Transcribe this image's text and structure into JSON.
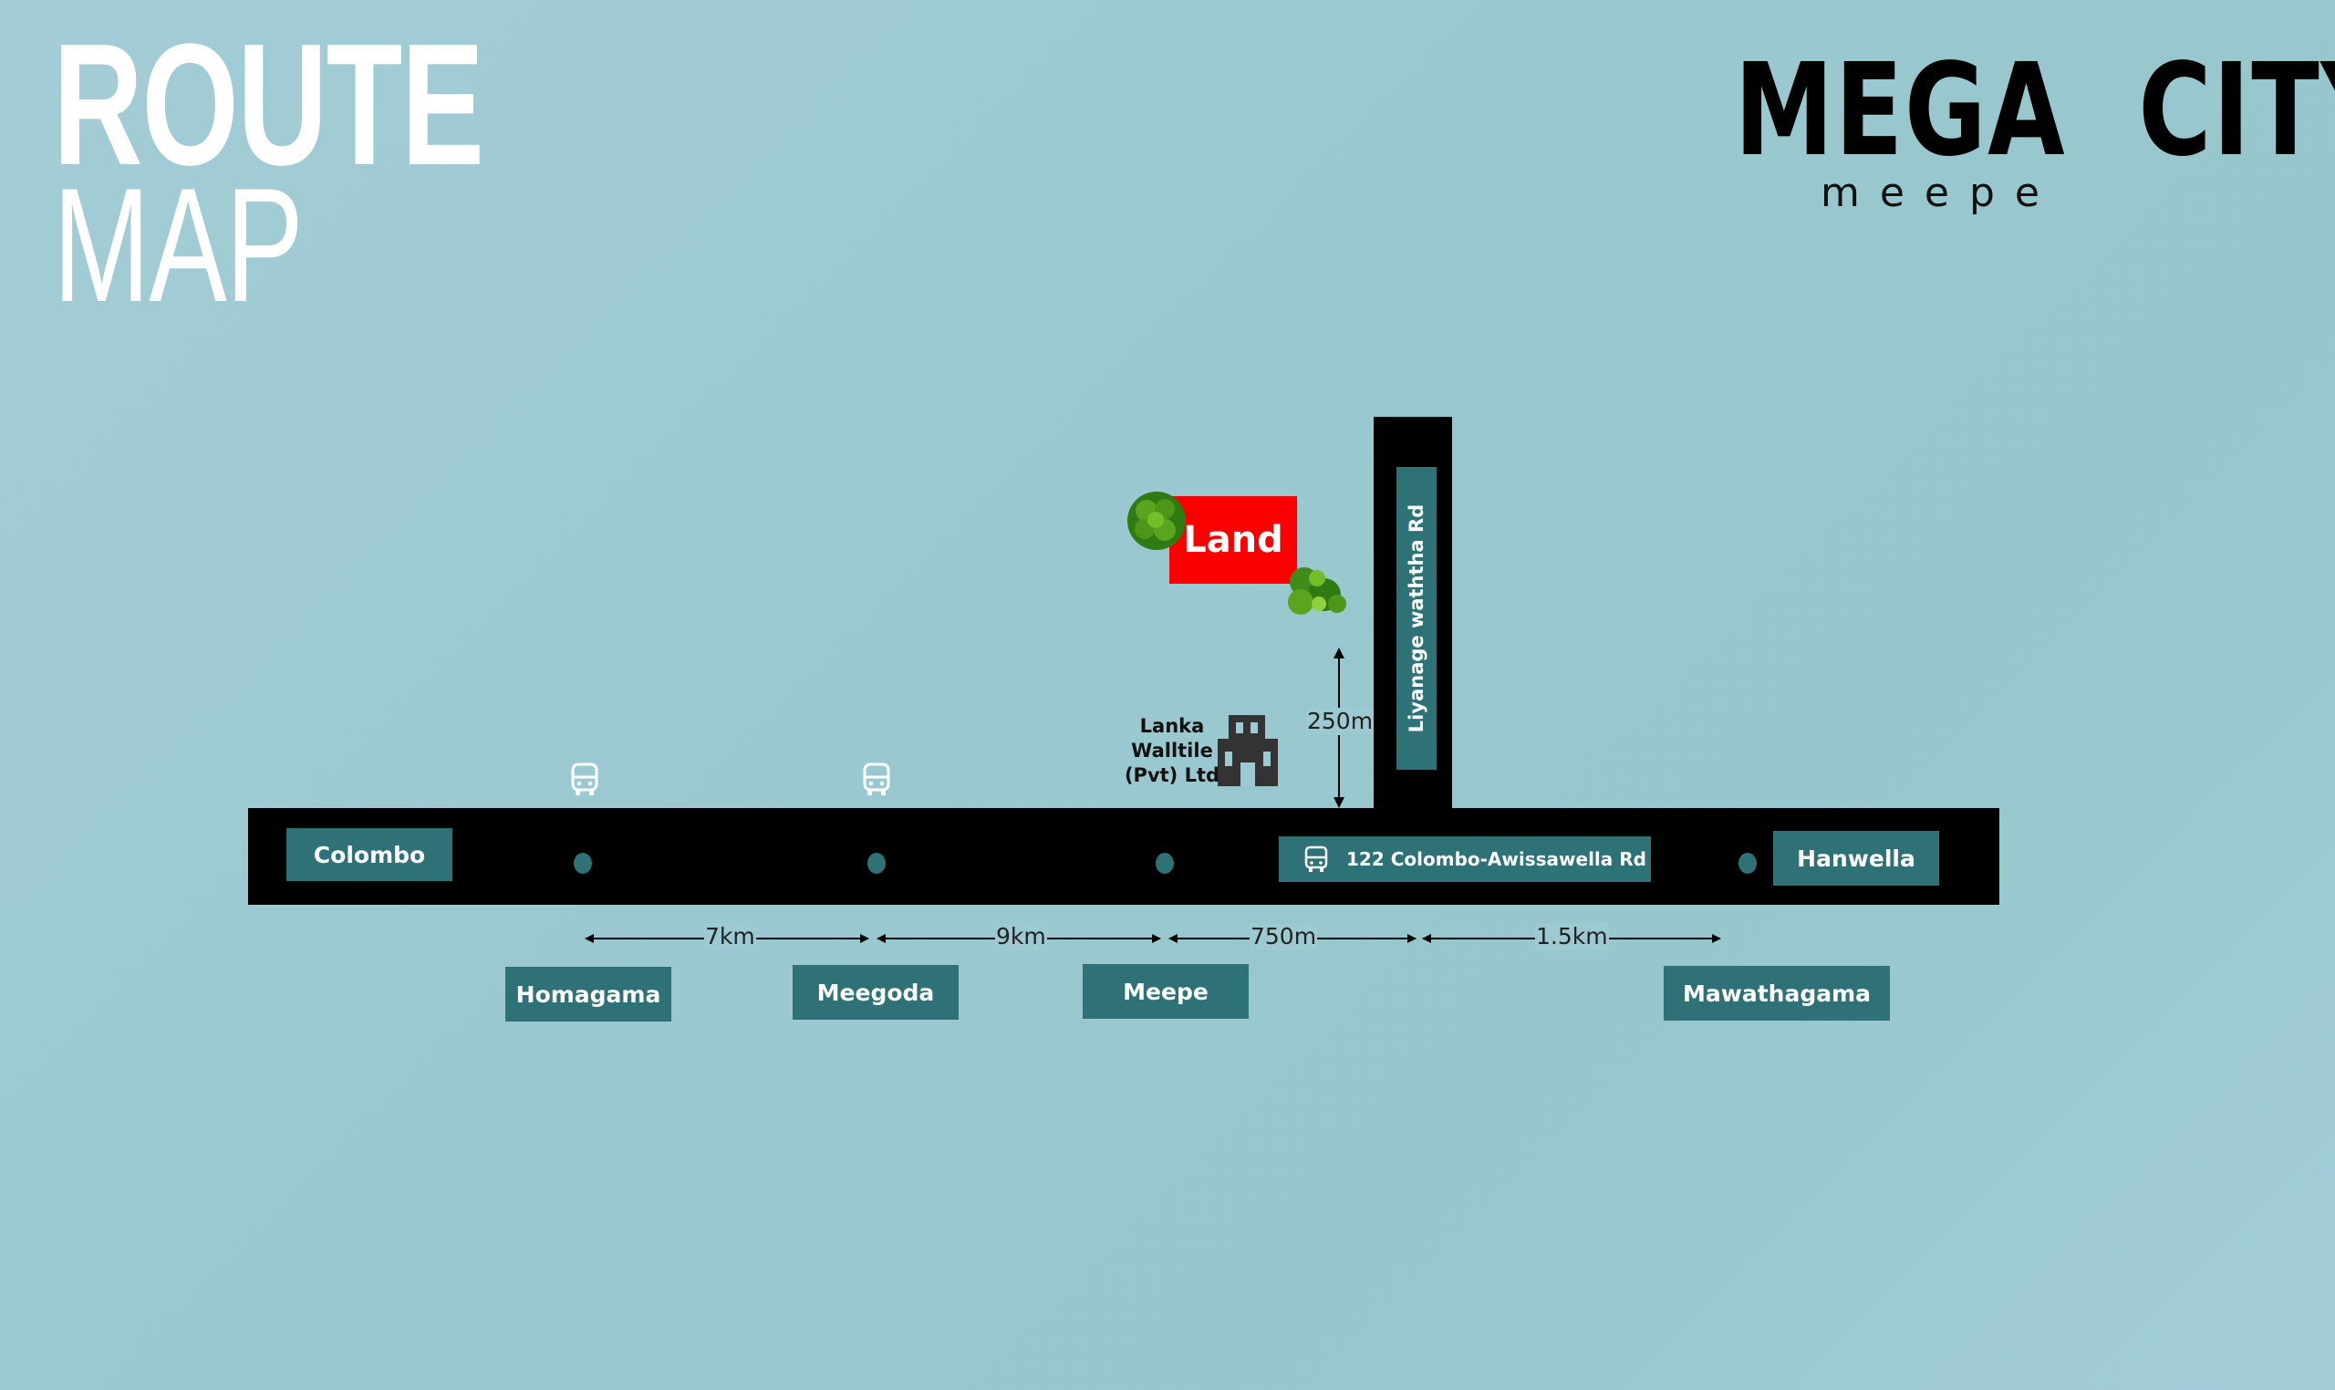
{
  "title": {
    "line1": "ROUTE",
    "line2": "MAP"
  },
  "brand": {
    "name": "MEGA  CITY",
    "sub": "meepe"
  },
  "roads": {
    "main_start": "Colombo",
    "main_end": "Hanwella",
    "main_road_name": "122 Colombo-Awissawella Rd",
    "side_road_name": "Liyanage waththa Rd"
  },
  "stops": [
    {
      "name": "Homagama"
    },
    {
      "name": "Meegoda"
    },
    {
      "name": "Meepe"
    },
    {
      "name": "Mawathagama"
    }
  ],
  "distances": [
    "7km",
    "9km",
    "750m",
    "1.5km"
  ],
  "side_distance": "250m",
  "landmark": {
    "line1": "Lanka",
    "line2": "Walltile",
    "line3": "(Pvt) Ltd"
  },
  "land_label": "Land",
  "icons": [
    "bus-icon",
    "bus-icon",
    "bus-icon",
    "building-icon",
    "tree-icon",
    "tree-icon"
  ],
  "colors": {
    "background": "#9dc9d1",
    "road": "#000000",
    "label_bg": "#2e7277",
    "land": "#fb0000"
  }
}
